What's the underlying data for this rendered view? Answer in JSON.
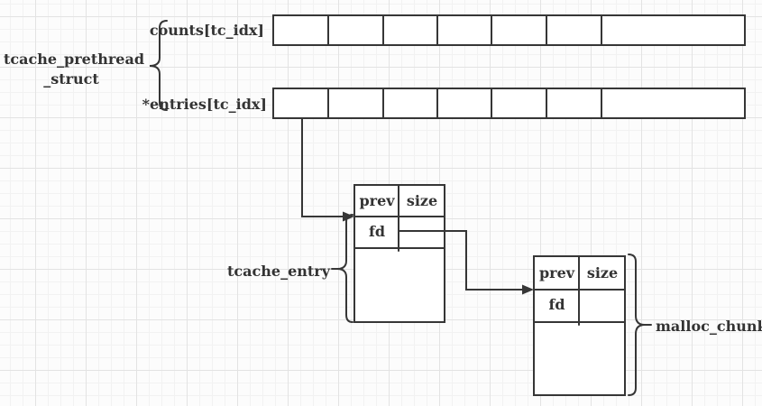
{
  "diagram": {
    "struct": {
      "label_line1": "tcache_prethread",
      "label_line2": "_struct"
    },
    "arrays": {
      "counts": {
        "label": "counts[tc_idx]",
        "cells": 7
      },
      "entries": {
        "label": "*entries[tc_idx]",
        "cells": 7
      }
    },
    "tcache_entry": {
      "label": "tcache_entry",
      "field_prev": "prev",
      "field_size": "size",
      "field_fd": "fd"
    },
    "malloc_chunk": {
      "label": "malloc_chunk",
      "field_prev": "prev",
      "field_size": "size",
      "field_fd": "fd"
    },
    "colors": {
      "stroke": "#363636",
      "text": "#333333",
      "grid_fine": "#f2f2f2",
      "grid_strong": "#e3e3e3",
      "cell_fill": "#ffffff",
      "bg": "#fcfcfc"
    }
  }
}
